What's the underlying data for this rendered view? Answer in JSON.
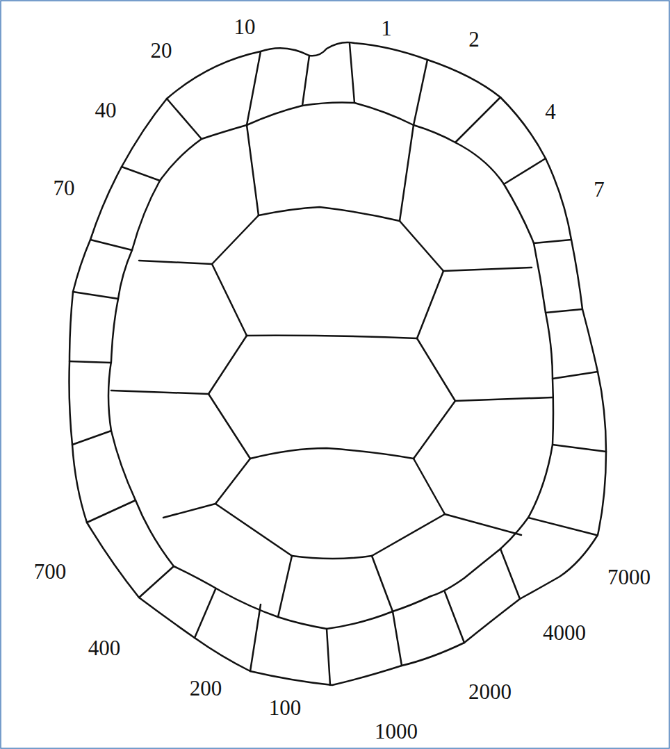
{
  "diagram": {
    "labels": [
      "10",
      "1",
      "2",
      "20",
      "4",
      "40",
      "7",
      "70",
      "700",
      "7000",
      "400",
      "4000",
      "200",
      "2000",
      "100",
      "1000"
    ]
  }
}
